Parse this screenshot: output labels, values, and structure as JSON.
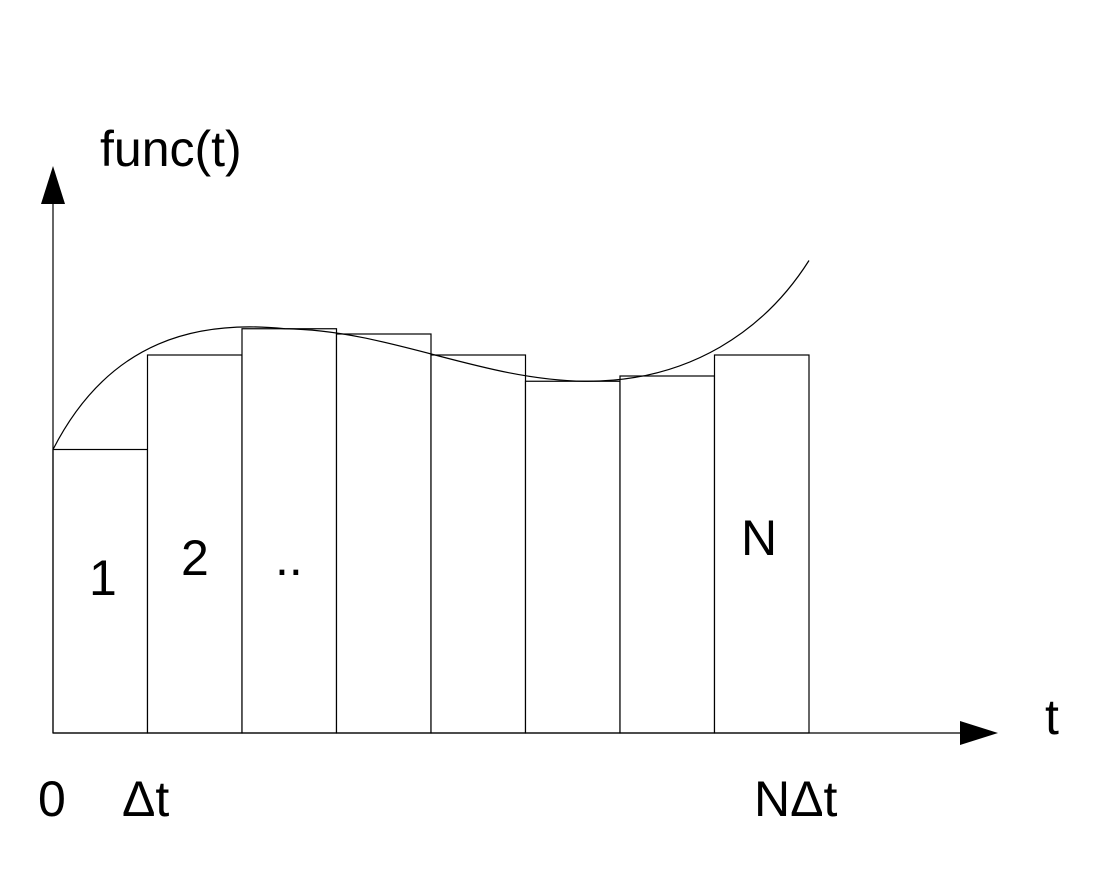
{
  "diagram": {
    "y_axis_label": "func(t)",
    "x_axis_label": "t",
    "origin_label": "0",
    "dt_label": "Δt",
    "ndt_label": "NΔt",
    "strip_labels": [
      "1",
      "2",
      "..",
      "N"
    ],
    "strip_count": 8,
    "strip_heights": [
      0.54,
      0.72,
      0.77,
      0.76,
      0.72,
      0.67,
      0.68,
      0.72
    ],
    "curve": {
      "start": 0.54,
      "peak": 0.77,
      "trough": 0.67,
      "end_beyond": 0.9
    },
    "colors": {
      "stroke": "#000000",
      "fill": "#ffffff"
    }
  }
}
